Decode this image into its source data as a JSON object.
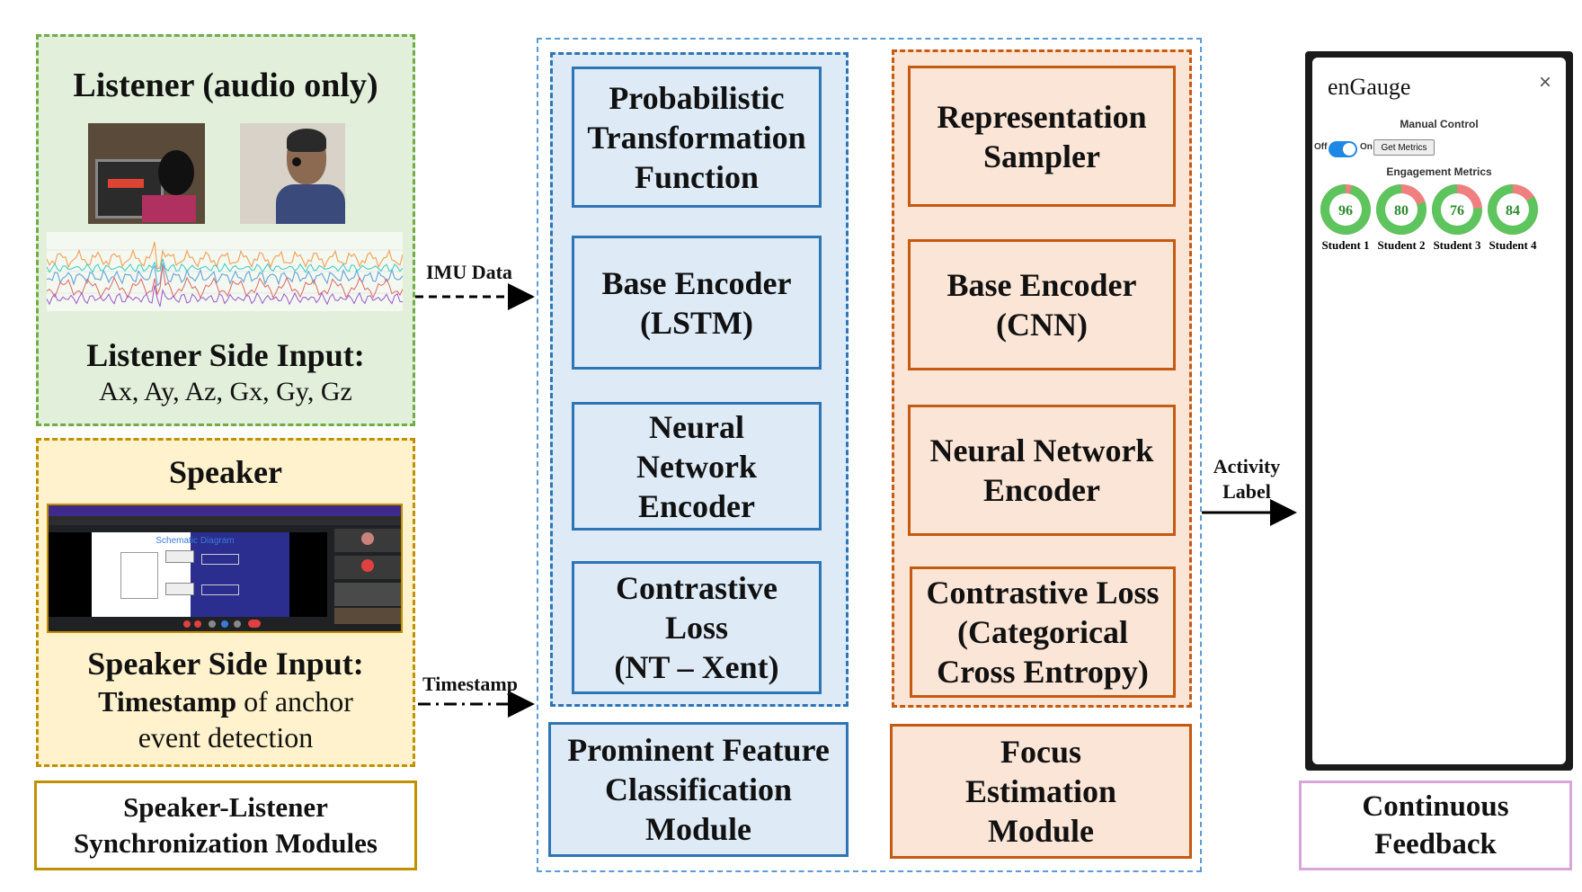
{
  "listener": {
    "title": "Listener (audio only)",
    "input_title": "Listener Side Input:",
    "input_channels": "Ax, Ay, Az, Gx, Gy, Gz"
  },
  "speaker": {
    "title": "Speaker",
    "input_title": "Speaker Side Input:",
    "input_bold": "Timestamp",
    "input_rest": "of anchor",
    "input_line2": "event detection",
    "screenshot_slide_title": "Schematic Diagram"
  },
  "sync_module": {
    "line1": "Speaker-Listener",
    "line2": "Synchronization Modules"
  },
  "arrows": {
    "imu": "IMU Data",
    "timestamp": "Timestamp",
    "activity_line1": "Activity",
    "activity_line2": "Label"
  },
  "pfc": {
    "box1": [
      "Probabilistic",
      "Transformation",
      "Function"
    ],
    "box2": [
      "Base Encoder",
      "(LSTM)"
    ],
    "box3": [
      "Neural",
      "Network",
      "Encoder"
    ],
    "box4": [
      "Contrastive",
      "Loss",
      "(NT – Xent)"
    ],
    "module": [
      "Prominent Feature",
      "Classification",
      "Module"
    ]
  },
  "fe": {
    "box1": [
      "Representation",
      "Sampler"
    ],
    "box2": [
      "Base Encoder",
      "(CNN)"
    ],
    "box3": [
      "Neural Network",
      "Encoder"
    ],
    "box4": [
      "Contrastive Loss",
      "(Categorical",
      "Cross Entropy)"
    ],
    "module": [
      "Focus",
      "Estimation",
      "Module"
    ]
  },
  "app": {
    "title": "enGauge",
    "close": "×",
    "manual_control": "Manual Control",
    "toggle_off": "Off",
    "toggle_on": "On",
    "get_metrics": "Get Metrics",
    "engagement_metrics": "Engagement Metrics",
    "students": [
      {
        "label": "Student 1",
        "score": 96
      },
      {
        "label": "Student 2",
        "score": 80
      },
      {
        "label": "Student 3",
        "score": 76
      },
      {
        "label": "Student 4",
        "score": 84
      }
    ]
  },
  "feedback": {
    "line1": "Continuous",
    "line2": "Feedback"
  },
  "colors": {
    "gauge_green": "#5ec45e",
    "gauge_red": "#f08080",
    "toggle_blue": "#1e88e5"
  }
}
